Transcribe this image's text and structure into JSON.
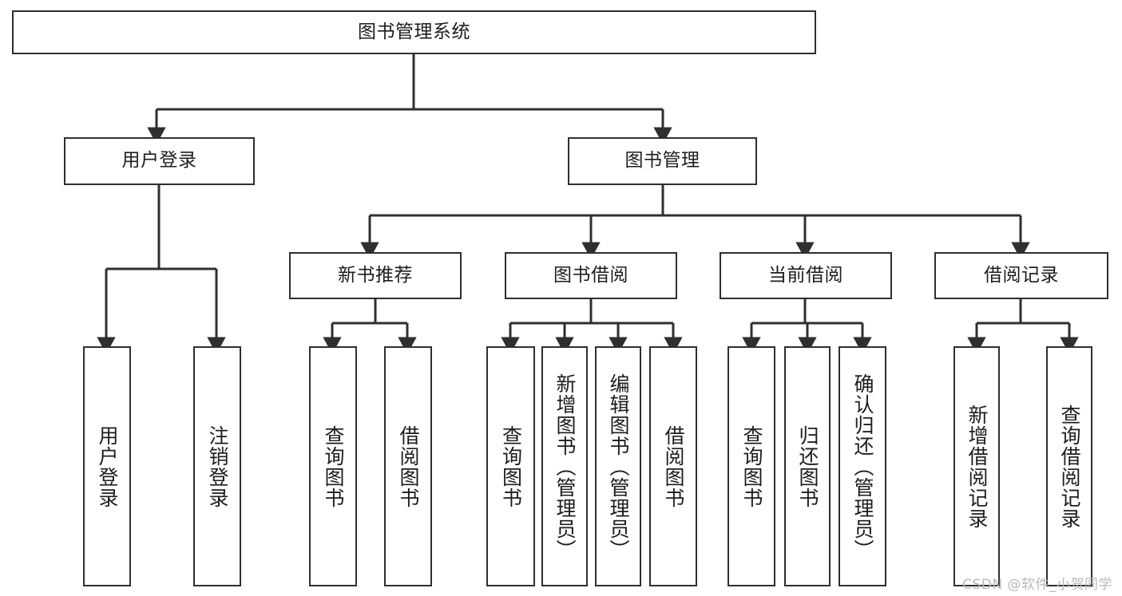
{
  "diagram": {
    "type": "hierarchy-tree",
    "title": "图书管理系统",
    "root": {
      "id": "root",
      "label": "图书管理系统"
    },
    "level2": [
      {
        "id": "user-login",
        "label": "用户登录"
      },
      {
        "id": "book-management",
        "label": "图书管理"
      }
    ],
    "level3": [
      {
        "id": "new-book-recommend",
        "label": "新书推荐",
        "parent": "book-management"
      },
      {
        "id": "book-borrow",
        "label": "图书借阅",
        "parent": "book-management"
      },
      {
        "id": "current-borrow",
        "label": "当前借阅",
        "parent": "book-management"
      },
      {
        "id": "borrow-record",
        "label": "借阅记录",
        "parent": "book-management"
      }
    ],
    "leaves": [
      {
        "id": "leaf-user-login",
        "label": "用户登录",
        "parent": "user-login"
      },
      {
        "id": "leaf-logout-login",
        "label": "注销登录",
        "parent": "user-login"
      },
      {
        "id": "leaf-query-book-1",
        "label": "查询图书",
        "parent": "new-book-recommend"
      },
      {
        "id": "leaf-borrow-book-1",
        "label": "借阅图书",
        "parent": "new-book-recommend"
      },
      {
        "id": "leaf-query-book-2",
        "label": "查询图书",
        "parent": "book-borrow"
      },
      {
        "id": "leaf-add-book",
        "label": "新增图书（管理员）",
        "parent": "book-borrow"
      },
      {
        "id": "leaf-edit-book",
        "label": "编辑图书（管理员）",
        "parent": "book-borrow"
      },
      {
        "id": "leaf-borrow-book-2",
        "label": "借阅图书",
        "parent": "book-borrow"
      },
      {
        "id": "leaf-query-book-3",
        "label": "查询图书",
        "parent": "current-borrow"
      },
      {
        "id": "leaf-return-book",
        "label": "归还图书",
        "parent": "current-borrow"
      },
      {
        "id": "leaf-confirm-return",
        "label": "确认归还（管理员）",
        "parent": "current-borrow"
      },
      {
        "id": "leaf-add-record",
        "label": "新增借阅记录",
        "parent": "borrow-record"
      },
      {
        "id": "leaf-query-record",
        "label": "查询借阅记录",
        "parent": "borrow-record"
      }
    ]
  },
  "watermark": {
    "text": "CSDN @软件_小贺同学"
  },
  "colors": {
    "stroke": "#2f2f2f",
    "background": "#ffffff",
    "text": "#1d1d1d",
    "watermark": "#b9b9b9"
  }
}
